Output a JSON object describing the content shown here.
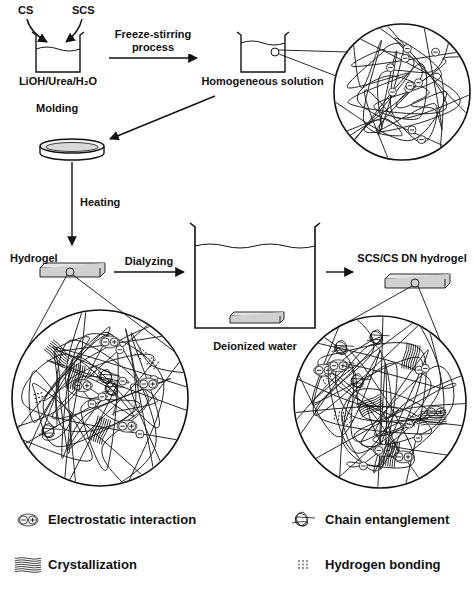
{
  "diagram": {
    "nodes": [
      {
        "text": [
          "LiOH/Urea/H₂O"
        ]
      },
      {
        "text": [
          "Homogeneous solution"
        ]
      },
      {
        "text": [
          "Hydrogel"
        ]
      },
      {
        "text": [
          "Deionized water"
        ]
      },
      {
        "text": [
          "SCS/CS DN hydrogel"
        ]
      }
    ],
    "edges": [
      {
        "from": 0,
        "to": 1,
        "label": "Freeze-stirring process",
        "arrow": "to"
      },
      {
        "from": 2,
        "to": 3,
        "label": "Dialyzing",
        "arrow": "to"
      },
      {
        "from": 3,
        "to": 4,
        "arrow": "to"
      }
    ],
    "labels": [
      "CS",
      "SCS",
      "Molding",
      "Heating"
    ],
    "legend": [
      {
        "text": "Electrostatic interaction"
      },
      {
        "text": "Chain entanglement"
      },
      {
        "text": "Crystallization"
      },
      {
        "text": "Hydrogen bonding"
      }
    ]
  }
}
